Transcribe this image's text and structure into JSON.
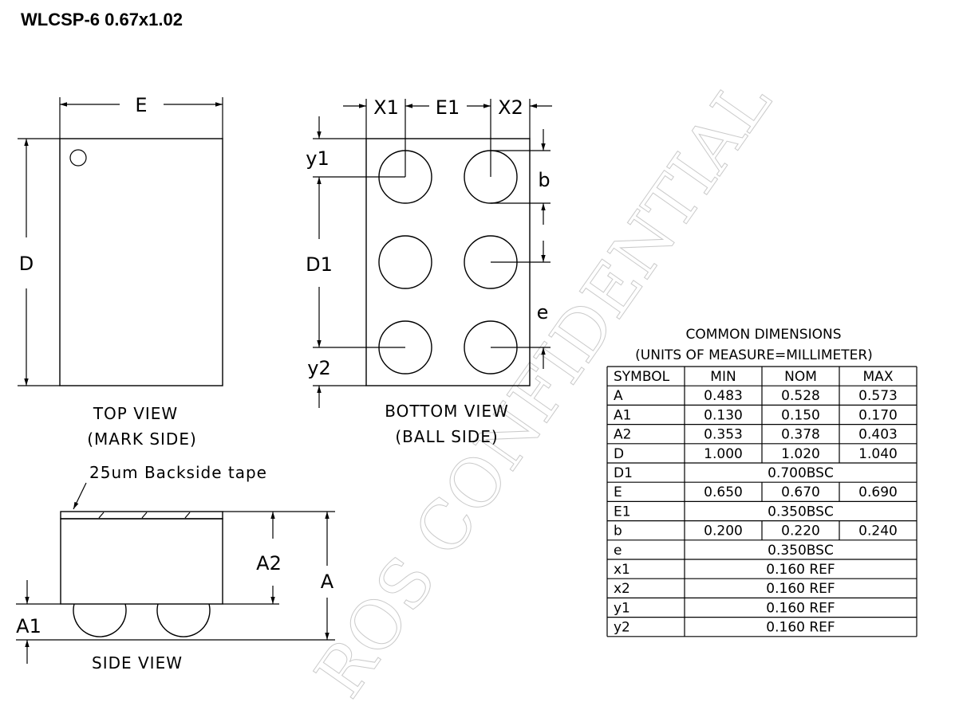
{
  "title": "WLCSP-6 0.67x1.02",
  "top_view": {
    "caption_line1": "TOP VIEW",
    "caption_line2": "(MARK SIDE)",
    "label_e": "E",
    "label_d": "D"
  },
  "bottom_view": {
    "caption_line1": "BOTTOM VIEW",
    "caption_line2": "(BALL SIDE)",
    "label_x1": "X1",
    "label_e1": "E1",
    "label_x2": "X2",
    "label_y1": "y1",
    "label_d1": "D1",
    "label_y2": "y2",
    "label_b": "b",
    "label_e_pitch": "e"
  },
  "side_view": {
    "caption": "SIDE VIEW",
    "tape_label": "25um Backside tape",
    "label_a2": "A2",
    "label_a": "A",
    "label_a1": "A1"
  },
  "watermark": "ROS CONFIDENTIAL",
  "dimensions_table": {
    "heading_line1": "COMMON DIMENSIONS",
    "heading_line2": "(UNITS OF MEASURE=MILLIMETER)",
    "columns": [
      "SYMBOL",
      "MIN",
      "NOM",
      "MAX"
    ],
    "rows": [
      {
        "symbol": "A",
        "min": "0.483",
        "nom": "0.528",
        "max": "0.573"
      },
      {
        "symbol": "A1",
        "min": "0.130",
        "nom": "0.150",
        "max": "0.170"
      },
      {
        "symbol": "A2",
        "min": "0.353",
        "nom": "0.378",
        "max": "0.403"
      },
      {
        "symbol": "D",
        "min": "1.000",
        "nom": "1.020",
        "max": "1.040"
      },
      {
        "symbol": "D1",
        "span": "0.700BSC"
      },
      {
        "symbol": "E",
        "min": "0.650",
        "nom": "0.670",
        "max": "0.690"
      },
      {
        "symbol": "E1",
        "span": "0.350BSC"
      },
      {
        "symbol": "b",
        "min": "0.200",
        "nom": "0.220",
        "max": "0.240"
      },
      {
        "symbol": "e",
        "span": "0.350BSC"
      },
      {
        "symbol": "x1",
        "span": "0.160  REF"
      },
      {
        "symbol": "x2",
        "span": "0.160  REF"
      },
      {
        "symbol": "y1",
        "span": "0.160  REF"
      },
      {
        "symbol": "y2",
        "span": "0.160  REF"
      }
    ]
  }
}
